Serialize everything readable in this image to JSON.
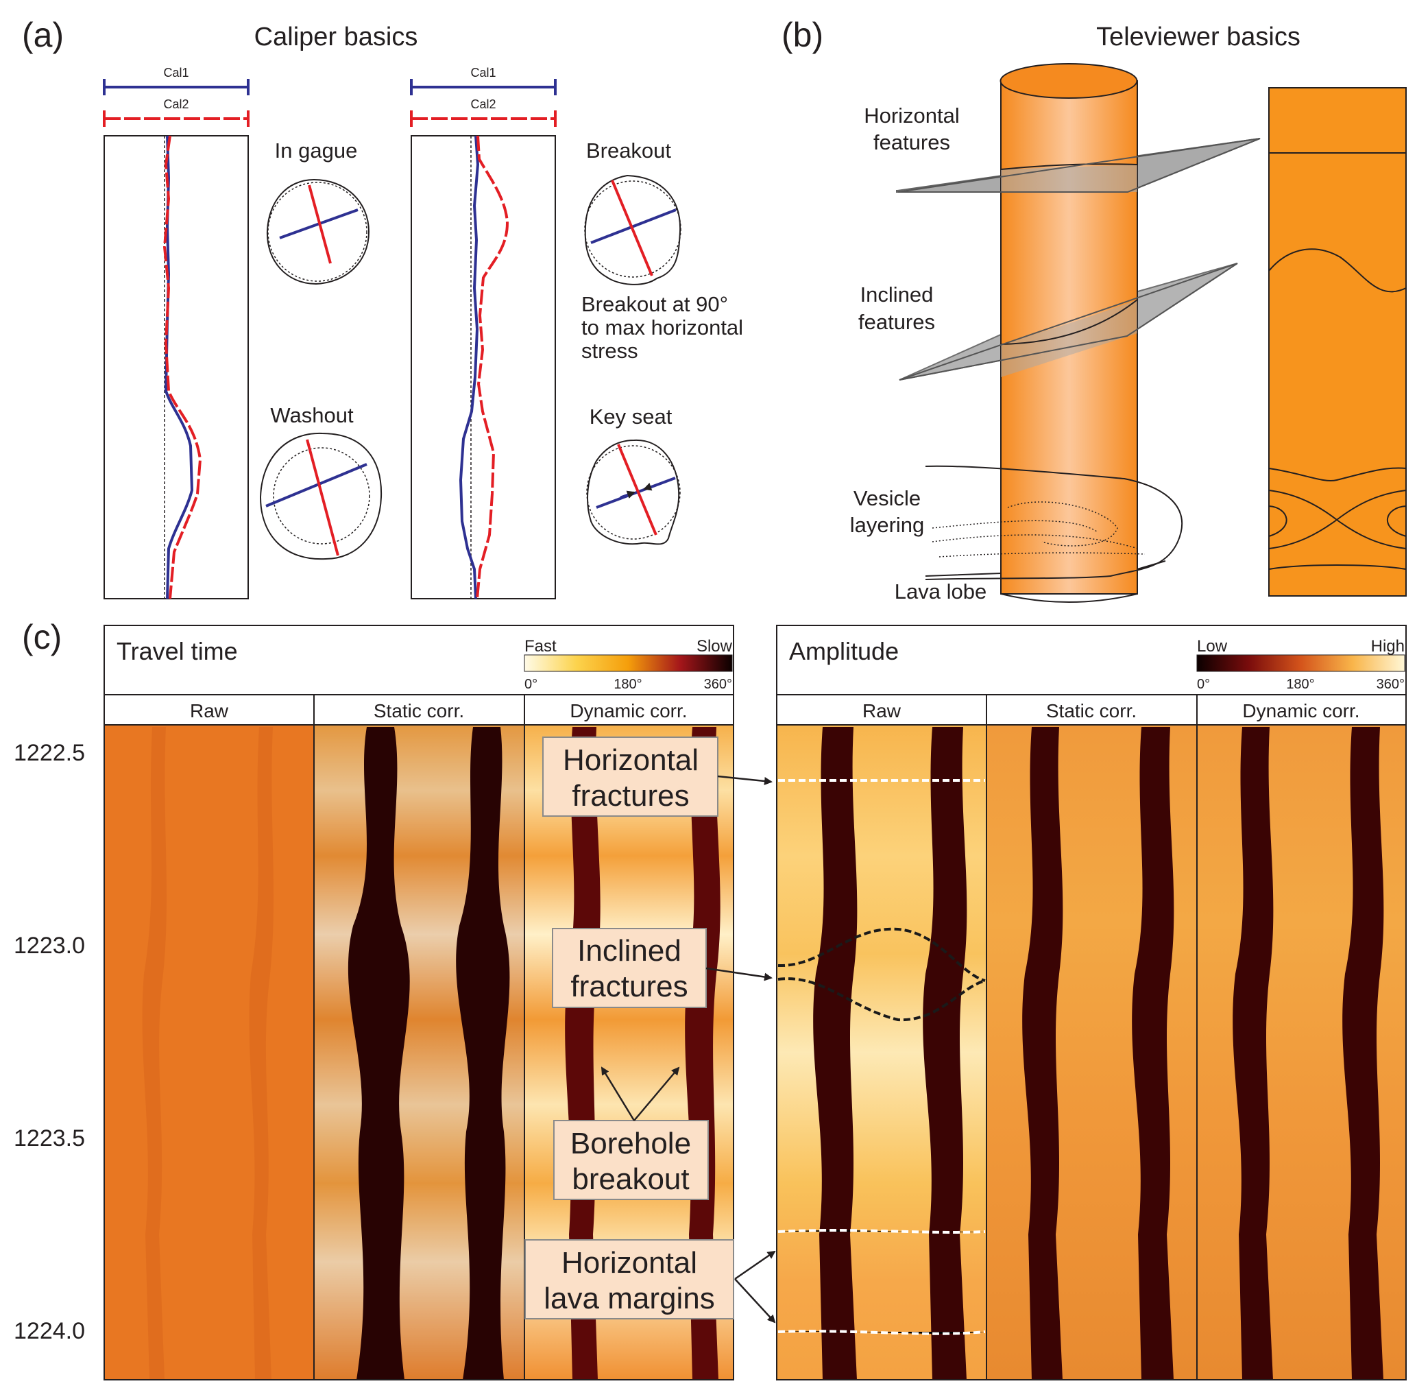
{
  "panel_a": {
    "label": "(a)",
    "title": "Caliper basics",
    "legend": {
      "cal1": "Cal1",
      "cal2": "Cal2"
    },
    "cases": {
      "in_gauge": "In gague",
      "washout": "Washout",
      "breakout": "Breakout",
      "breakout_note": [
        "Breakout at 90°",
        "to max horizontal",
        "stress"
      ],
      "key_seat": "Key seat"
    }
  },
  "panel_b": {
    "label": "(b)",
    "title": "Televiewer basics",
    "features": {
      "horizontal": [
        "Horizontal",
        "features"
      ],
      "inclined": [
        "Inclined",
        "features"
      ],
      "vesicle": [
        "Vesicle",
        "layering"
      ],
      "lava_lobe": "Lava lobe"
    }
  },
  "panel_c": {
    "label": "(c)",
    "travel_time": {
      "title": "Travel time",
      "colorbar": {
        "left": "Fast",
        "right": "Slow",
        "ticks": [
          "0°",
          "180°",
          "360°"
        ]
      },
      "columns": [
        "Raw",
        "Static corr.",
        "Dynamic corr."
      ]
    },
    "amplitude": {
      "title": "Amplitude",
      "colorbar": {
        "left": "Low",
        "right": "High",
        "ticks": [
          "0°",
          "180°",
          "360°"
        ]
      },
      "columns": [
        "Raw",
        "Static corr.",
        "Dynamic corr."
      ]
    },
    "depths": [
      "1222.5",
      "1223.0",
      "1223.5",
      "1224.0"
    ],
    "annotations": {
      "horizontal_fractures": [
        "Horizontal",
        "fractures"
      ],
      "inclined_fractures": [
        "Inclined",
        "fractures"
      ],
      "borehole_breakout": [
        "Borehole",
        "breakout"
      ],
      "horizontal_lava_margins": [
        "Horizontal",
        "lava margins"
      ]
    }
  },
  "colors": {
    "cal1": "#2e3192",
    "cal2": "#e31e24",
    "cylinder": "#f7941d",
    "raw_tt": "#e87722",
    "plane": "#9a9a9a"
  }
}
